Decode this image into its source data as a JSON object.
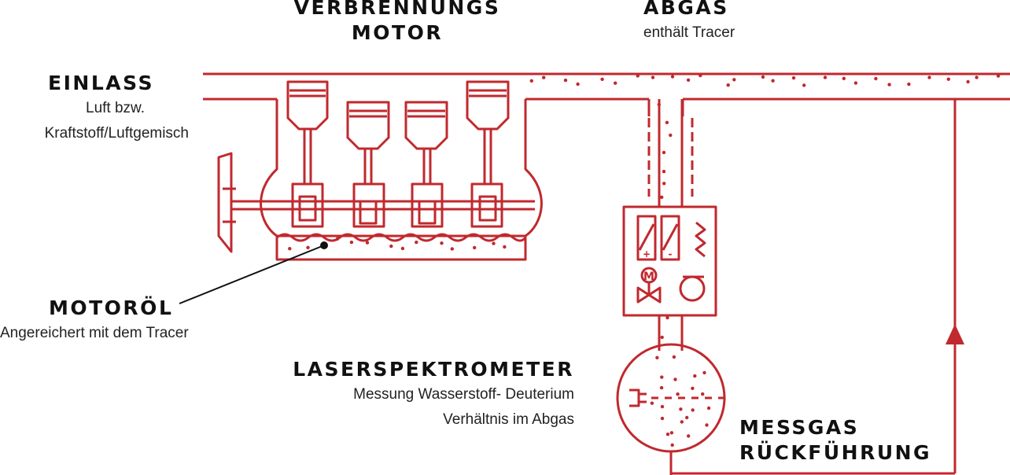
{
  "labels": {
    "motor": {
      "title_line1": "VERBRENNUNGS",
      "title_line2": "MOTOR"
    },
    "abgas": {
      "title": "ABGAS",
      "sub": "enthält Tracer"
    },
    "einlass": {
      "title": "EINLASS",
      "sub_line1": "Luft bzw.",
      "sub_line2": "Kraftstoff/Luftgemisch"
    },
    "motoroel": {
      "title": "MOTORÖL",
      "sub": "Angereichert mit dem Tracer"
    },
    "laser": {
      "title": "LASERSPEKTROMETER",
      "sub_line1": "Messung Wasserstoff- Deuterium",
      "sub_line2": "Verhältnis im Abgas"
    },
    "messgas": {
      "title_line1": "MESSGAS",
      "title_line2": "RÜCKFÜHRUNG"
    }
  },
  "colors": {
    "line": "#c0292e",
    "leader": "#111111"
  },
  "icons": {
    "motor_symbol": "M",
    "plus_symbol": "+",
    "minus_symbol": "-"
  }
}
